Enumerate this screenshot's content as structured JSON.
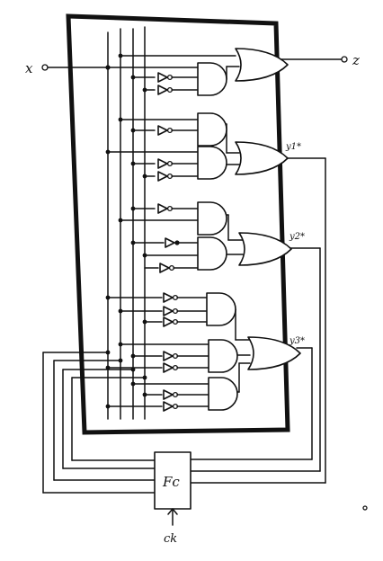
{
  "labels": {
    "input_x": "x",
    "output_z": "z",
    "next_state_1": "y1*",
    "next_state_2": "y2*",
    "next_state_3": "y3*",
    "flip_flops": "Fc",
    "clock": "ck"
  }
}
